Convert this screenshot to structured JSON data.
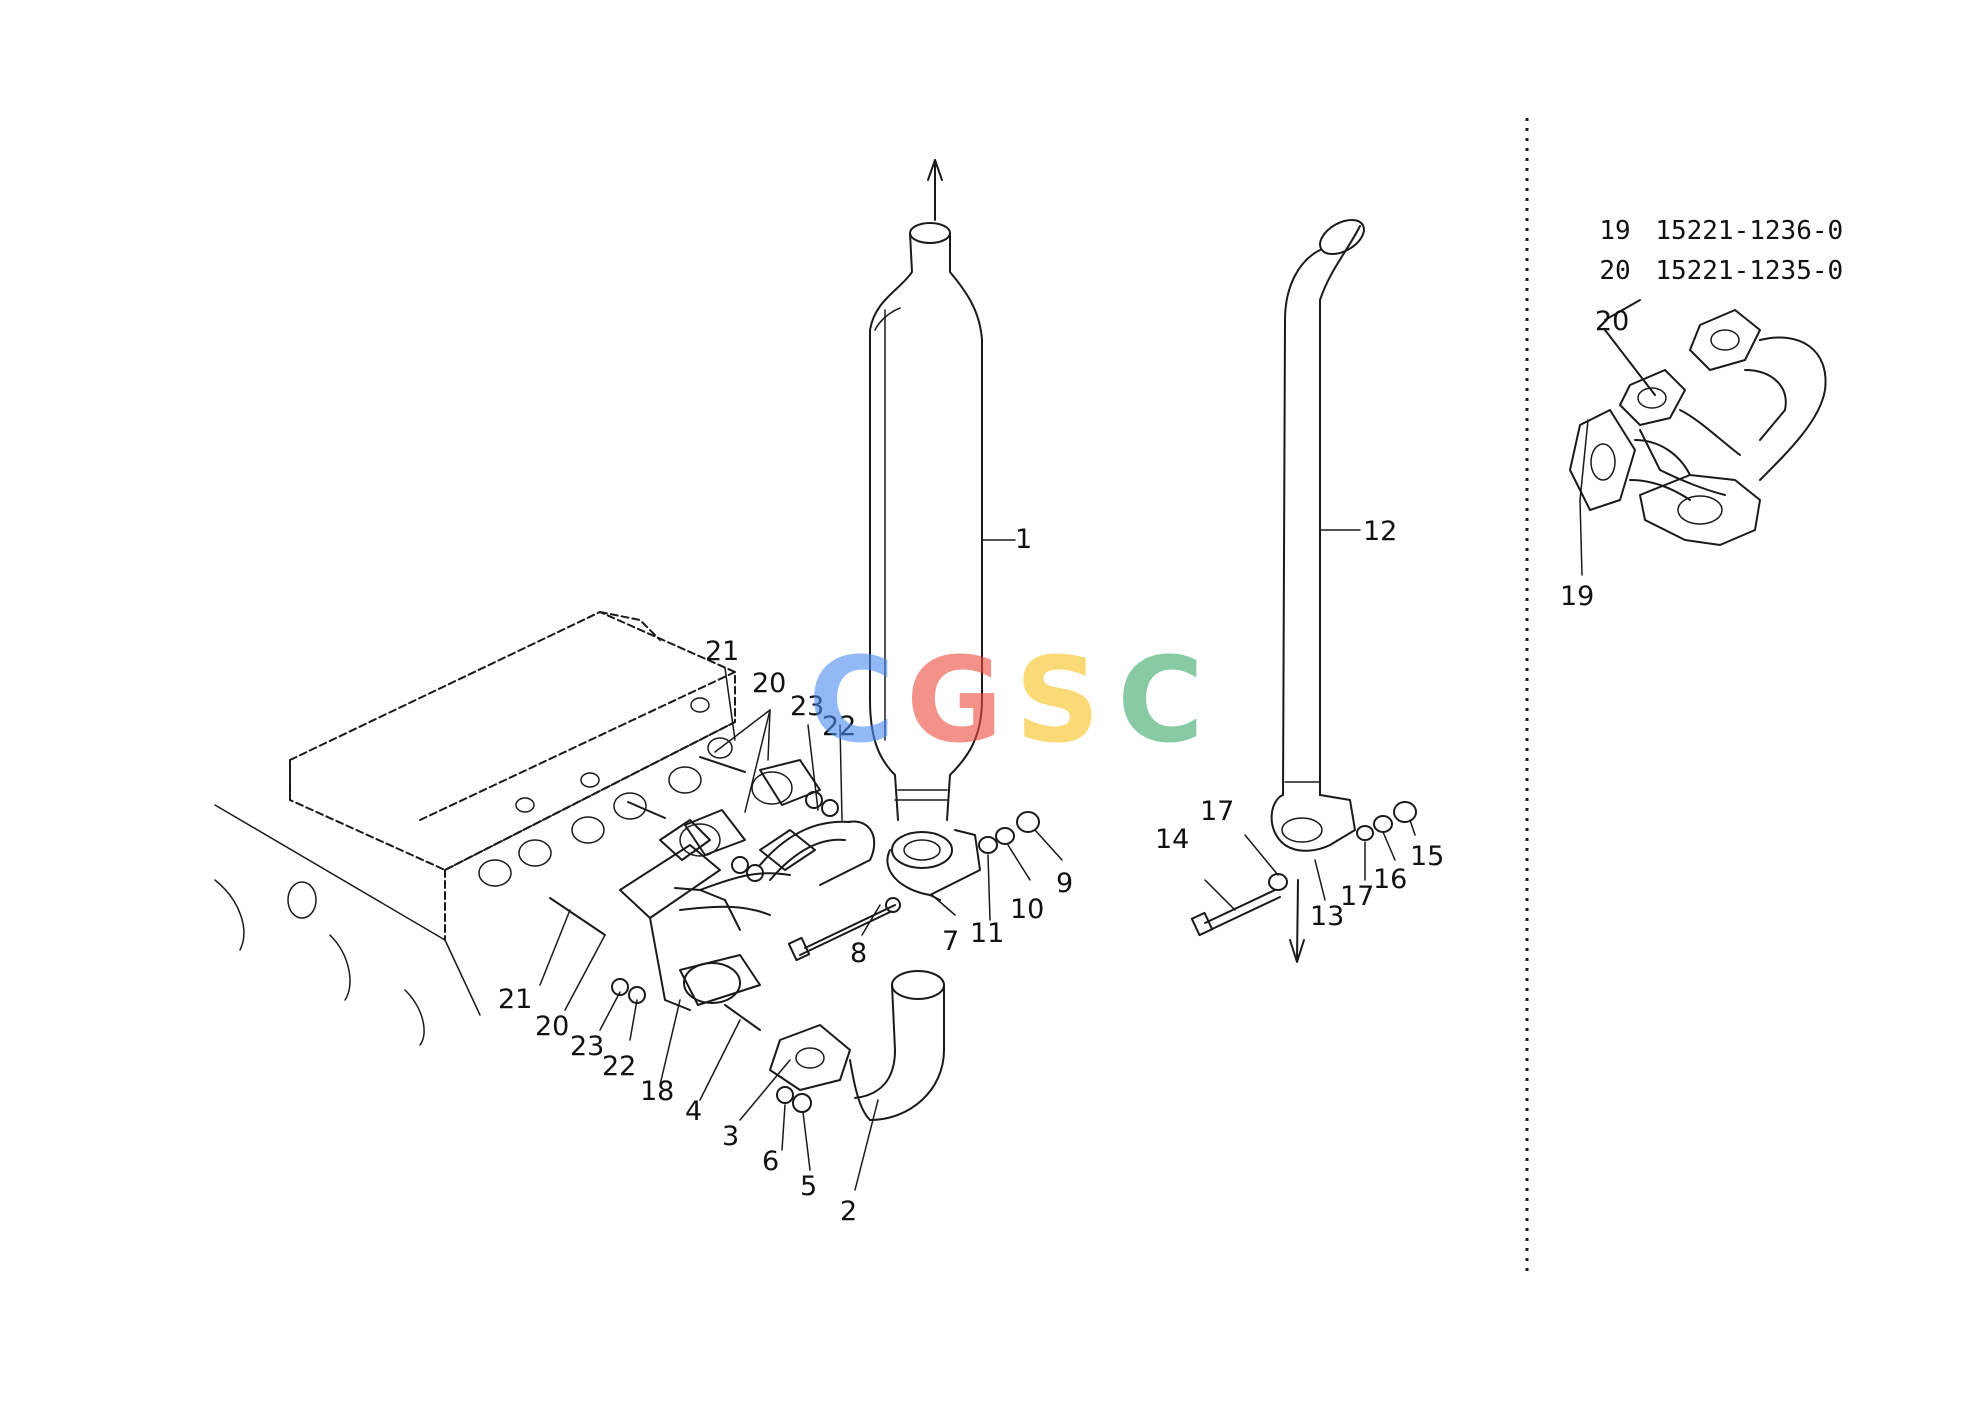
{
  "callouts": {
    "c1": "1",
    "c2": "2",
    "c3": "3",
    "c4": "4",
    "c5": "5",
    "c6": "6",
    "c7": "7",
    "c8": "8",
    "c9": "9",
    "c10": "10",
    "c11": "11",
    "c12": "12",
    "c13": "13",
    "c14": "14",
    "c15": "15",
    "c16": "16",
    "c17a": "17",
    "c17b": "17",
    "c18": "18",
    "c20a": "20",
    "c20b": "20",
    "c21a": "21",
    "c21b": "21",
    "c22a": "22",
    "c22b": "22",
    "c23a": "23",
    "c23b": "23",
    "inset_c19": "19",
    "inset_c20": "20"
  },
  "reference_table": [
    {
      "item": "19",
      "part_number": "15221-1236-0"
    },
    {
      "item": "20",
      "part_number": "15221-1235-0"
    }
  ],
  "watermark": {
    "letters": [
      "C",
      "G",
      "S",
      "C"
    ],
    "colors": [
      "#4a8cf0",
      "#ea4a3c",
      "#f8c21c",
      "#3aa867"
    ]
  }
}
